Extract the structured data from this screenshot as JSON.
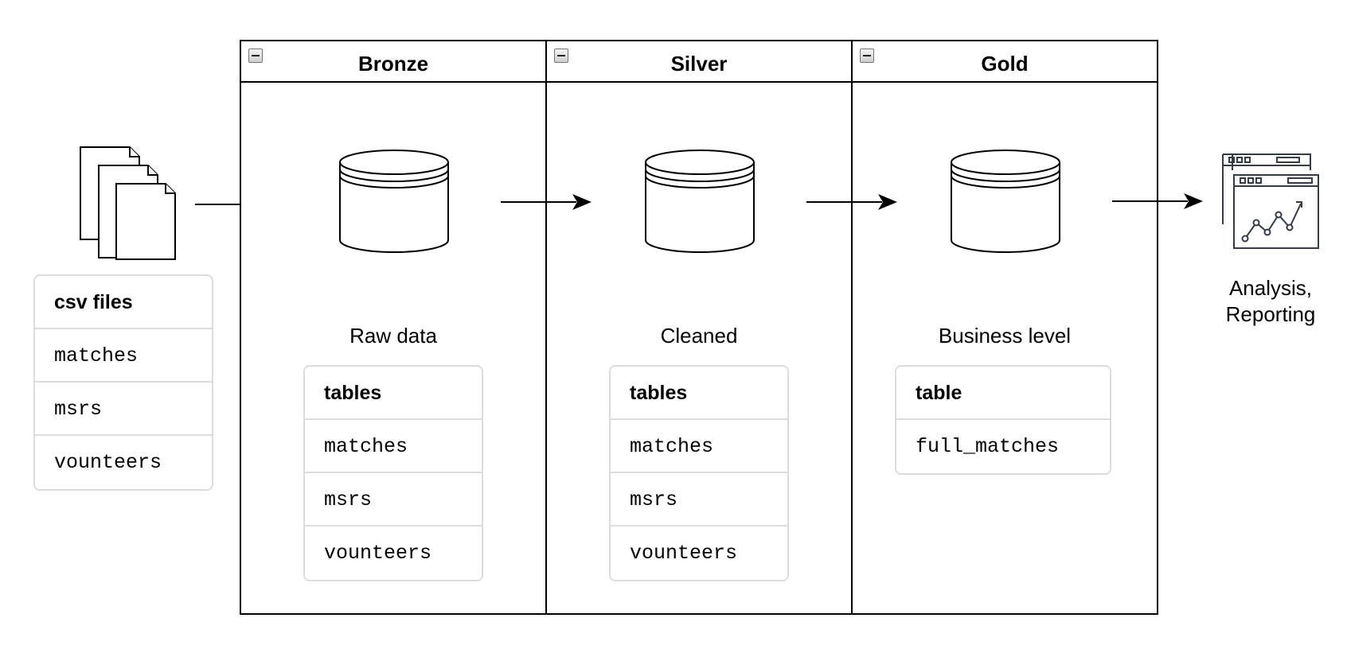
{
  "source": {
    "table_title": "csv files",
    "items": [
      "matches",
      "msrs",
      "vounteers"
    ]
  },
  "lanes": [
    {
      "title": "Bronze",
      "caption": "Raw data",
      "table_title": "tables",
      "items": [
        "matches",
        "msrs",
        "vounteers"
      ]
    },
    {
      "title": "Silver",
      "caption": "Cleaned",
      "table_title": "tables",
      "items": [
        "matches",
        "msrs",
        "vounteers"
      ]
    },
    {
      "title": "Gold",
      "caption": "Business level",
      "table_title": "table",
      "items": [
        "full_matches"
      ]
    }
  ],
  "output": {
    "label_line1": "Analysis,",
    "label_line2": "Reporting"
  }
}
